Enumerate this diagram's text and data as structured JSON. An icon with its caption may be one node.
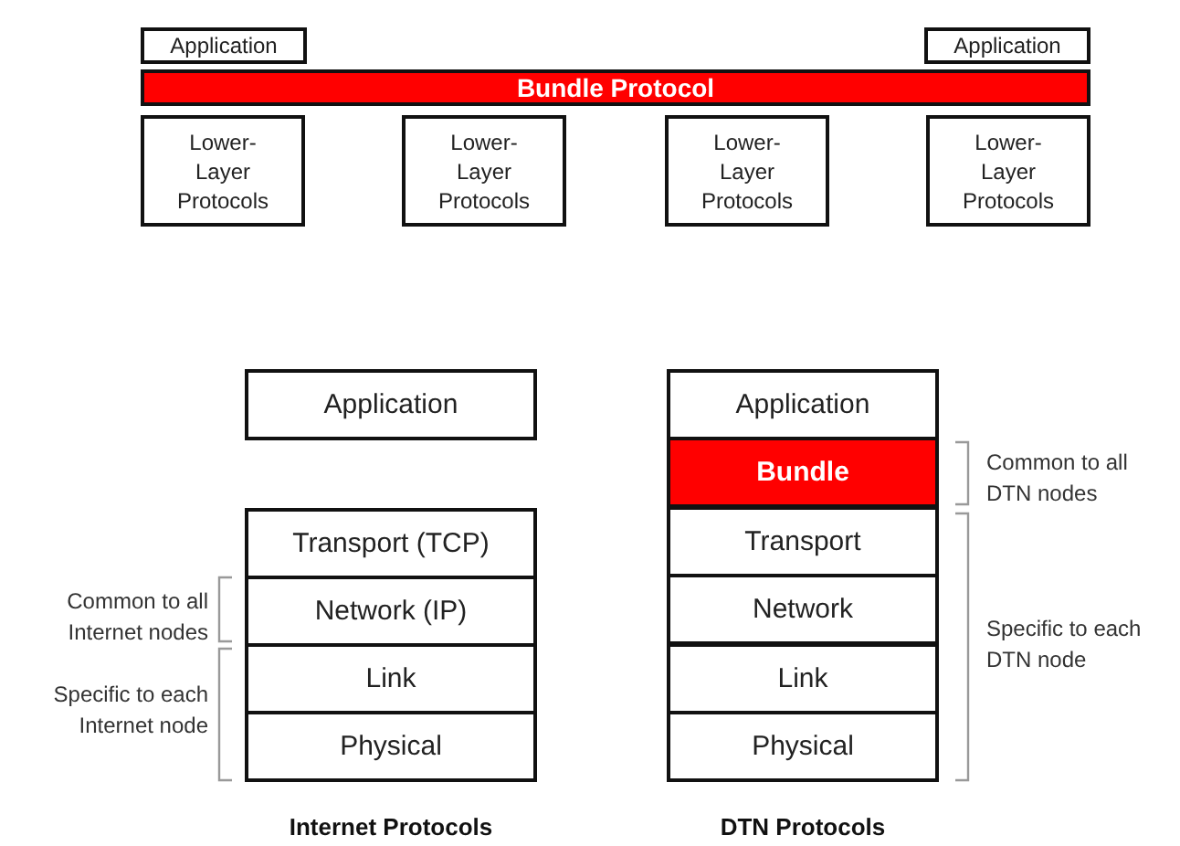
{
  "diagram": {
    "nodes": [
      {
        "text": [
          "Application"
        ]
      },
      {
        "text": [
          "Application"
        ]
      },
      {
        "text": [
          "Bundle Protocol"
        ]
      },
      {
        "text": [
          "Lower- Layer Protocols"
        ]
      },
      {
        "text": [
          "Lower- Layer Protocols"
        ]
      },
      {
        "text": [
          "Lower- Layer Protocols"
        ]
      },
      {
        "text": [
          "Lower- Layer Protocols"
        ]
      },
      {
        "text": [
          "Application"
        ]
      },
      {
        "text": [
          "Transport (TCP)"
        ]
      },
      {
        "text": [
          "Network (IP)"
        ]
      },
      {
        "text": [
          "Link"
        ]
      },
      {
        "text": [
          "Physical"
        ]
      },
      {
        "text": [
          "Application"
        ]
      },
      {
        "text": [
          "Bundle"
        ]
      },
      {
        "text": [
          "Transport"
        ]
      },
      {
        "text": [
          "Network"
        ]
      },
      {
        "text": [
          "Link"
        ]
      },
      {
        "text": [
          "Physical"
        ]
      }
    ],
    "edges": [],
    "labels": [
      "Common to all Internet nodes",
      "Specific to each Internet node",
      "Common to all DTN nodes",
      "Specific to each DTN node",
      "Internet Protocols",
      "DTN Protocols"
    ]
  }
}
